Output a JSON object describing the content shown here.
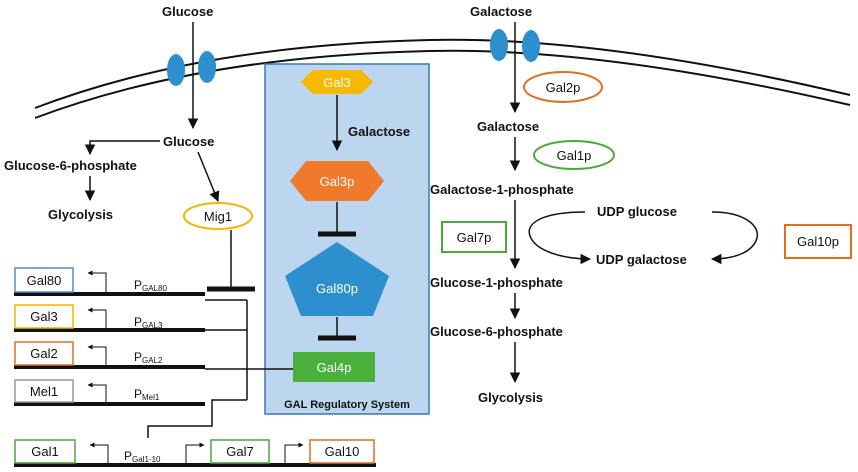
{
  "colors": {
    "panel": "#bcd6ef",
    "panel_border": "#3a78b8",
    "gal3": "#f7b800",
    "gal3p": "#f07a2c",
    "gal80p": "#2d8fce",
    "gal4p": "#4ab03c",
    "receptor": "#2d8fce",
    "yellow_outline": "#f2b500",
    "orange_outline": "#e07020",
    "green_outline": "#4ca83a",
    "blue_outline": "#4a8fd0",
    "gray_outline": "#9a9a9a"
  },
  "top": {
    "glucose": "Glucose",
    "galactose": "Galactose"
  },
  "left_pathway": {
    "glucose": "Glucose",
    "glucose6p": "Glucose-6-phosphate",
    "glycolysis": "Glycolysis",
    "mig1": "Mig1"
  },
  "regulatory": {
    "gal3": "Gal3",
    "galactose": "Galactose",
    "gal3p": "Gal3p",
    "gal80p": "Gal80p",
    "gal4p": "Gal4p",
    "caption": "GAL Regulatory System"
  },
  "right_pathway": {
    "gal2p": "Gal2p",
    "galactose": "Galactose",
    "gal1p": "Gal1p",
    "galactose1p": "Galactose-1-phosphate",
    "gal7p": "Gal7p",
    "udp_glucose": "UDP glucose",
    "udp_galactose": "UDP galactose",
    "gal10p": "Gal10p",
    "glucose1p": "Glucose-1-phosphate",
    "glucose6p": "Glucose-6-phosphate",
    "glycolysis": "Glycolysis"
  },
  "genes": {
    "gal80": "Gal80",
    "gal3": "Gal3",
    "gal2": "Gal2",
    "mel1": "Mel1",
    "gal1": "Gal1",
    "gal7": "Gal7",
    "gal10": "Gal10"
  },
  "promoters": {
    "p": "P",
    "gal80_sub": "GAL80",
    "gal3_sub": "GAL3",
    "gal2_sub": "GAL2",
    "mel1_sub": "Mel1",
    "gal110_sub": "Gal1-10"
  }
}
